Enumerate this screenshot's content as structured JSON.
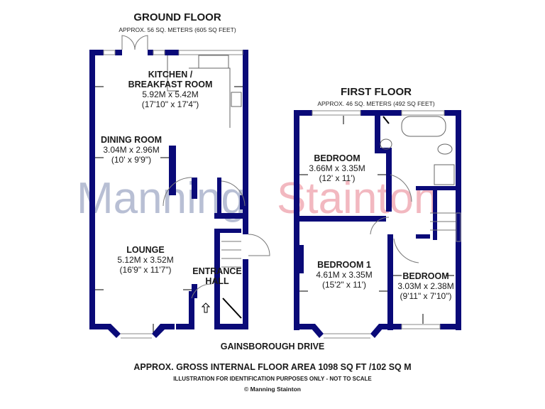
{
  "colors": {
    "wall": "#0a0a78",
    "line": "#000000",
    "fixture": "#777777",
    "watermark_left": "#b8bfd4",
    "watermark_right": "#f2b8c0"
  },
  "watermark": {
    "part1": "Manning",
    "part2": "Stainton"
  },
  "ground_floor": {
    "title": "GROUND FLOOR",
    "area": "APPROX. 56 SQ. METERS (605 SQ FEET)",
    "rooms": [
      {
        "name_line1": "KITCHEN /",
        "name_line2": "BREAKFAST ROOM",
        "metric": "5.92M x 5.42M",
        "imperial": "(17'10\" x 17'4\")"
      },
      {
        "name": "DINING ROOM",
        "metric": "3.04M x 2.96M",
        "imperial": "(10' x 9'9\")"
      },
      {
        "name": "LOUNGE",
        "metric": "5.12M x 3.52M",
        "imperial": "(16'9\" x 11'7\")"
      },
      {
        "name_line1": "ENTRANCE",
        "name_line2": "HALL"
      }
    ],
    "entrance_icon": "up-arrow-entrance-icon"
  },
  "first_floor": {
    "title": "FIRST FLOOR",
    "area": "APPROX. 46 SQ. METERS (492 SQ FEET)",
    "rooms": [
      {
        "name": "BEDROOM",
        "metric": "3.66M x 3.35M",
        "imperial": "(12' x 11')"
      },
      {
        "name": "BEDROOM 1",
        "metric": "4.61M x 3.35M",
        "imperial": "(15'2\" x 11')"
      },
      {
        "name": "BEDROOM",
        "metric": "3.03M x 2.38M",
        "imperial": "(9'11\" x 7'10\")"
      }
    ]
  },
  "footer": {
    "street": "GAINSBOROUGH DRIVE",
    "gross_area": "APPROX. GROSS INTERNAL FLOOR AREA 1098 SQ FT /102 SQ M",
    "disclaimer": "ILLUSTRATION FOR IDENTIFICATION PURPOSES ONLY - NOT TO SCALE",
    "copyright": "© Manning Stainton"
  }
}
